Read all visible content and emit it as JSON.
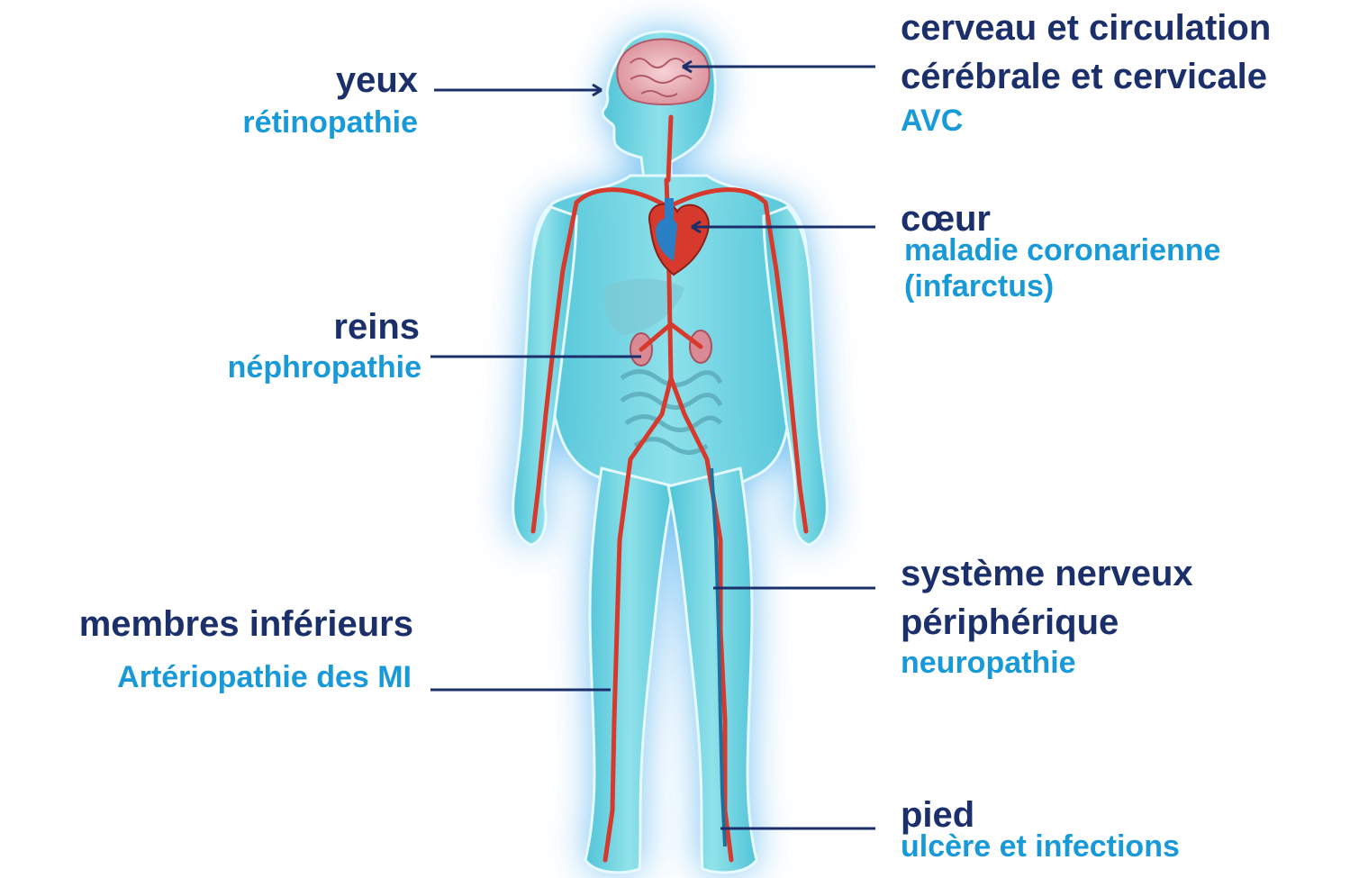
{
  "callouts": {
    "yeux": {
      "organ": "yeux",
      "disease": "rétinopathie"
    },
    "cerveau": {
      "organ_line1": "cerveau et circulation",
      "organ_line2": "cérébrale et cervicale",
      "disease": "AVC"
    },
    "coeur": {
      "organ": "cœur",
      "disease_line1": "maladie coronarienne",
      "disease_line2": "(infarctus)"
    },
    "reins": {
      "organ": "reins",
      "disease": "néphropathie"
    },
    "nerveux": {
      "organ_line1": "système nerveux",
      "organ_line2": "périphérique",
      "disease": "neuropathie"
    },
    "membres": {
      "organ": "membres inférieurs",
      "disease": "Artériopathie des MI"
    },
    "pied": {
      "organ": "pied",
      "disease": "ulcère et infections"
    }
  },
  "colors": {
    "organ_text": "#1b2f6b",
    "disease_text": "#199ad8",
    "leader_line": "#1b2f6b",
    "body_fill": "#6fd6e2",
    "body_glow": "#3fa9ee",
    "artery": "#d63a2c",
    "vein": "#1f6e9e",
    "nerve": "#1b3d6b"
  }
}
